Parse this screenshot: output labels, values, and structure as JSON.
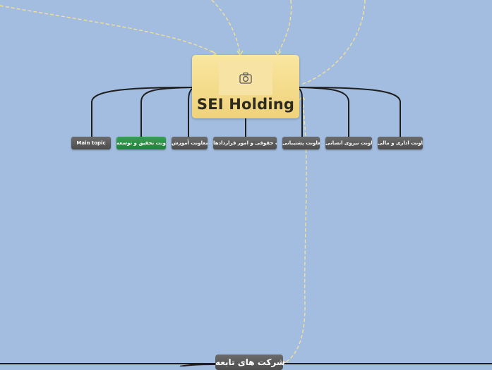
{
  "central_topic": {
    "title": "SEI Holding",
    "image_icon": "camera-icon"
  },
  "main_topics": [
    {
      "label": "Main topic",
      "highlighted": false
    },
    {
      "label": "معاونت تحقیق و توسعه",
      "highlighted": true
    },
    {
      "label": "معاونت آموزش",
      "highlighted": false
    },
    {
      "label": "معاونت حقوقی و امور قراردادها",
      "highlighted": false
    },
    {
      "label": "معاونت پشتیبانی",
      "highlighted": false
    },
    {
      "label": "معاونت نیروی انسانی",
      "highlighted": false
    },
    {
      "label": "معاونت اداری و مالی",
      "highlighted": false
    }
  ],
  "subsidiaries": {
    "label": "شرکت های تابعه"
  },
  "colors": {
    "background": "#a2bde0",
    "central_fill": "#f3dc8c",
    "topic_fill": "#5c5c5c",
    "highlight_topic_fill": "#2a8a43",
    "connector": "#1e1e1e",
    "relationship_dash": "#f4e196"
  }
}
